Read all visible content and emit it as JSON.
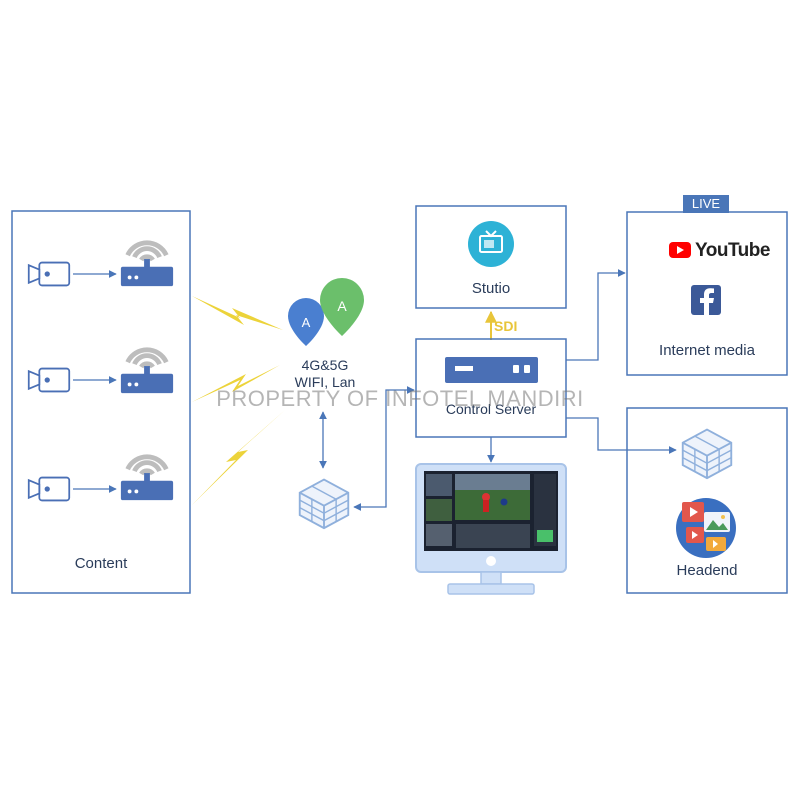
{
  "labels": {
    "content": "Content",
    "network_line1": "4G&5G",
    "network_line2": "WIFI, Lan",
    "studio": "Stutio",
    "sdi": "SDI",
    "control_server": "Control Server",
    "live": "LIVE",
    "youtube": "YouTube",
    "internet_media": "Internet media",
    "headend": "Headend"
  },
  "watermark": "PROPERTY OF INFOTEL MANDIRI",
  "colors": {
    "box_border": "#4a76b8",
    "device_blue": "#4a6fb5",
    "signal_grey": "#bdbdbd",
    "lightning_yellow": "#ecd33a",
    "arrow_blue": "#4a76b8",
    "youtube_red": "#ff0000",
    "facebook_blue": "#3b5998",
    "studio_icon": "#2db2d6",
    "pin_blue": "#4a7fd0",
    "pin_green": "#6bbf6b"
  },
  "icons": [
    "camera-icon",
    "router-icon",
    "location-pin-icon",
    "tv-icon",
    "server-icon",
    "firewall-icon",
    "monitor-icon",
    "youtube-icon",
    "facebook-icon",
    "media-gallery-icon"
  ]
}
